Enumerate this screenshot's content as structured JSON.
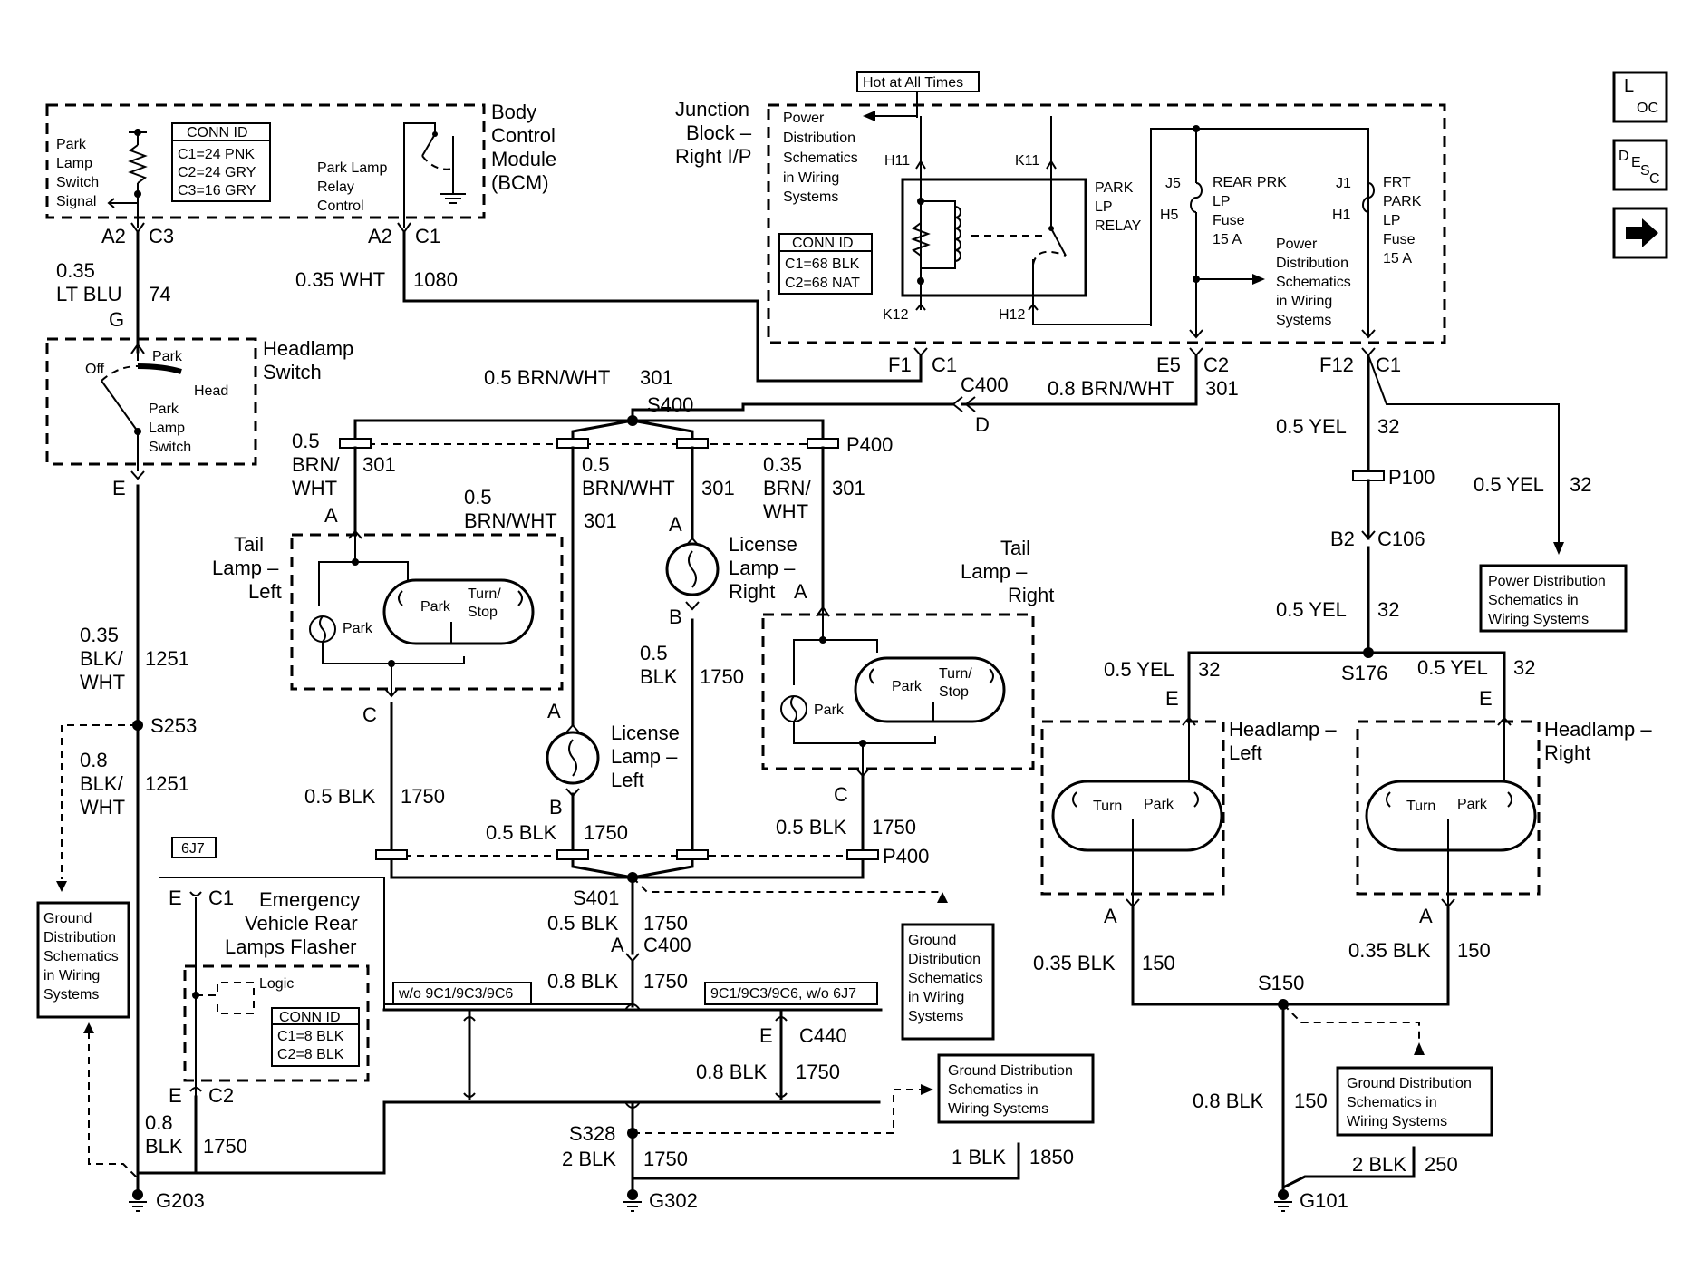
{
  "nav": {
    "loc_main": "L",
    "loc_sub": "OC",
    "desc_main": "D",
    "desc_sub1": "E",
    "desc_sub2": "S",
    "desc_sub3": "C",
    "next_icon": "arrow-right-icon"
  },
  "bcm": {
    "title_l1": "Body",
    "title_l2": "Control",
    "title_l3": "Module",
    "title_l4": "(BCM)",
    "park_switch_l1": "Park",
    "park_switch_l2": "Lamp",
    "park_switch_l3": "Switch",
    "park_switch_l4": "Signal",
    "conn_title": "CONN ID",
    "conn_l1": "C1=24 PNK",
    "conn_l2": "C2=24 GRY",
    "conn_l3": "C3=16 GRY",
    "relay_l1": "Park Lamp",
    "relay_l2": "Relay",
    "relay_l3": "Control",
    "pin_left": "A2",
    "conn_left": "C3",
    "pin_right": "A2",
    "conn_right": "C1"
  },
  "junction": {
    "title_l1": "Junction",
    "title_l2": "Block –",
    "title_l3": "Right I/P",
    "hot": "Hot at All Times",
    "pds_l1": "Power",
    "pds_l2": "Distribution",
    "pds_l3": "Schematics",
    "pds_l4": "in Wiring",
    "pds_l5": "Systems",
    "h11": "H11",
    "k11": "K11",
    "k12": "K12",
    "h12": "H12",
    "relay_l1": "PARK",
    "relay_l2": "LP",
    "relay_l3": "RELAY",
    "conn_title": "CONN ID",
    "conn_l1": "C1=68 BLK",
    "conn_l2": "C2=68 NAT",
    "j5": "J5",
    "h5": "H5",
    "j1": "J1",
    "h1": "H1",
    "rear_l1": "REAR PRK",
    "rear_l2": "LP",
    "rear_l3": "Fuse",
    "rear_l4": "15 A",
    "frt_l1": "FRT",
    "frt_l2": "PARK",
    "frt_l3": "LP",
    "frt_l4": "Fuse",
    "frt_l5": "15 A",
    "pds2_l1": "Power",
    "pds2_l2": "Distribution",
    "pds2_l3": "Schematics",
    "pds2_l4": "in Wiring",
    "pds2_l5": "Systems",
    "f1": "F1",
    "c1a": "C1",
    "e5": "E5",
    "c2": "C2",
    "f12": "F12",
    "c1b": "C1"
  },
  "wires": {
    "w74_size": "0.35",
    "w74_color": "LT BLU",
    "w74_circuit": "74",
    "g_pin": "G",
    "w1080": "0.35 WHT",
    "w1080_circuit": "1080",
    "w301_top": "0.5 BRN/WHT",
    "w301_top_circuit": "301",
    "c400": "C400",
    "c400_pin": "D",
    "w301_c400": "0.8 BRN/WHT",
    "w301_c400_circuit": "301",
    "s400": "S400",
    "p400_top": "P400",
    "wtl_l1": "0.5",
    "wtl_l2": "BRN/",
    "wtl_l3": "WHT",
    "wtl_circuit": "301",
    "wtl2_l1": "0.5",
    "wtl2_l2": "BRN/WHT",
    "wtl2_circuit": "301",
    "wll_l1": "0.5",
    "wll_l2": "BRN/WHT",
    "wll_circuit": "301",
    "wtr_l1": "0.35",
    "wtr_l2": "BRN/",
    "wtr_l3": "WHT",
    "wtr_circuit": "301",
    "w1251a_l1": "0.35",
    "w1251a_l2": "BLK/",
    "w1251a_l3": "WHT",
    "w1251a_circuit": "1251",
    "s253": "S253",
    "w1251b_l1": "0.8",
    "w1251b_l2": "BLK/",
    "w1251b_l3": "WHT",
    "w1251b_circuit": "1251",
    "wtll_blk": "0.5 BLK",
    "wtll_circuit": "1750",
    "wlrb_l1": "0.5",
    "wlrb_l2": "BLK",
    "wlrb_circuit": "1750",
    "wllb": "0.5 BLK",
    "wllb_circuit": "1750",
    "wtrb": "0.5 BLK",
    "wtrb_circuit": "1750",
    "p400_bot": "P400",
    "s401": "S401",
    "w1750a": "0.5 BLK",
    "w1750a_circuit": "1750",
    "c400b_pin": "A",
    "c400b": "C400",
    "w1750b": "0.8 BLK",
    "w1750b_circuit": "1750",
    "opt1": "w/o 9C1/9C3/9C6",
    "opt2": "9C1/9C3/9C6, w/o 6J7",
    "c440_pin": "E",
    "c440": "C440",
    "w1750c": "0.8 BLK",
    "w1750c_circuit": "1750",
    "s328": "S328",
    "w1750d": "2 BLK",
    "w1750d_circuit": "1750",
    "w1850": "1 BLK",
    "w1850_circuit": "1850",
    "w1750e_l1": "0.8",
    "w1750e_l2": "BLK",
    "w1750e_circuit": "1750",
    "w32a": "0.5 YEL",
    "w32a_circuit": "32",
    "p100": "P100",
    "w32b": "0.5 YEL",
    "w32b_circuit": "32",
    "b2": "B2",
    "c106": "C106",
    "w32c": "0.5 YEL",
    "w32c_circuit": "32",
    "s176": "S176",
    "w32d": "0.5 YEL",
    "w32d_circuit": "32",
    "w32e": "0.5 YEL",
    "w32e_circuit": "32",
    "w150a": "0.35 BLK",
    "w150a_circuit": "150",
    "w150b": "0.35 BLK",
    "w150b_circuit": "150",
    "s150": "S150",
    "w150c": "0.8 BLK",
    "w150c_circuit": "150",
    "w250": "2 BLK",
    "w250_circuit": "250"
  },
  "headlamp_switch": {
    "title_l1": "Headlamp",
    "title_l2": "Switch",
    "off": "Off",
    "park": "Park",
    "head": "Head",
    "pls_l1": "Park",
    "pls_l2": "Lamp",
    "pls_l3": "Switch",
    "pin_e": "E"
  },
  "tail_left": {
    "title_l1": "Tail",
    "title_l2": "Lamp –",
    "title_l3": "Left",
    "park": "Park",
    "park2": "Park",
    "turn1": "Turn/",
    "turn2": "Stop",
    "pin_a": "A",
    "pin_c": "C"
  },
  "license_right": {
    "title_l1": "License",
    "title_l2": "Lamp –",
    "title_l3": "Right",
    "pin_a": "A",
    "pin_b": "B"
  },
  "license_left": {
    "title_l1": "License",
    "title_l2": "Lamp –",
    "title_l3": "Left",
    "pin_a": "A",
    "pin_b": "B"
  },
  "tail_right": {
    "title_l1": "Tail",
    "title_l2": "Lamp –",
    "title_l3": "Right",
    "park": "Park",
    "park2": "Park",
    "turn1": "Turn/",
    "turn2": "Stop",
    "pin_a": "A",
    "pin_c": "C"
  },
  "headlamp_left": {
    "title_l1": "Headlamp –",
    "title_l2": "Left",
    "turn": "Turn",
    "park": "Park",
    "pin_e": "E",
    "pin_a": "A"
  },
  "headlamp_right": {
    "title_l1": "Headlamp –",
    "title_l2": "Right",
    "turn": "Turn",
    "park": "Park",
    "pin_e": "E",
    "pin_a": "A"
  },
  "flasher": {
    "tag": "6J7",
    "title_l1": "Emergency",
    "title_l2": "Vehicle Rear",
    "title_l3": "Lamps Flasher",
    "logic": "Logic",
    "conn_title": "CONN ID",
    "conn_l1": "C1=8 BLK",
    "conn_l2": "C2=8 BLK",
    "pin_e1": "E",
    "c1": "C1",
    "pin_e2": "E",
    "c2": "C2"
  },
  "refs": {
    "pd_right_l1": "Power Distribution",
    "pd_right_l2": "Schematics in",
    "pd_right_l3": "Wiring Systems",
    "gd_left_l1": "Ground",
    "gd_left_l2": "Distribution",
    "gd_left_l3": "Schematics",
    "gd_left_l4": "in Wiring",
    "gd_left_l5": "Systems",
    "gd_mid_l1": "Ground",
    "gd_mid_l2": "Distribution",
    "gd_mid_l3": "Schematics",
    "gd_mid_l4": "in Wiring",
    "gd_mid_l5": "Systems",
    "gd_low_l1": "Ground Distribution",
    "gd_low_l2": "Schematics in",
    "gd_low_l3": "Wiring Systems",
    "gd_right_l1": "Ground Distribution",
    "gd_right_l2": "Schematics in",
    "gd_right_l3": "Wiring Systems"
  },
  "grounds": {
    "g203": "G203",
    "g302": "G302",
    "g101": "G101"
  }
}
